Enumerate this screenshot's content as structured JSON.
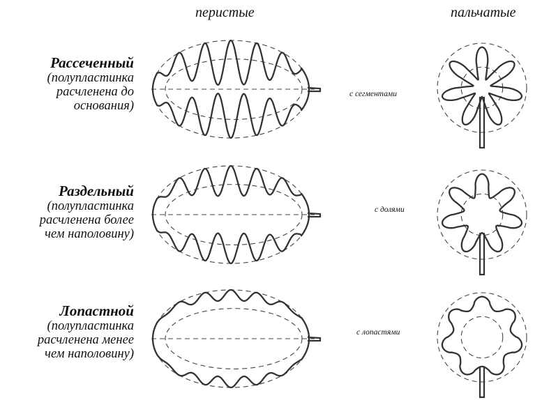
{
  "columns": {
    "pinnate": "перистые",
    "palmate": "пальчатые"
  },
  "rows": [
    {
      "term": "Рассеченный",
      "description": "(полупластинка\nрасчленена до\nоснования)",
      "segment_label": "с сегментами",
      "pinnate_depth": 0.92,
      "palmate_depth": 0.78
    },
    {
      "term": "Раздельный",
      "description": "(полупластинка\nрасчленена более\nчем наполовину)",
      "segment_label": "с долями",
      "pinnate_depth": 0.62,
      "palmate_depth": 0.55
    },
    {
      "term": "Лопастной",
      "description": "(полупластинка\nрасчленена менее\nчем наполовину)",
      "segment_label": "с лопастями",
      "pinnate_depth": 0.22,
      "palmate_depth": 0.28
    }
  ]
}
